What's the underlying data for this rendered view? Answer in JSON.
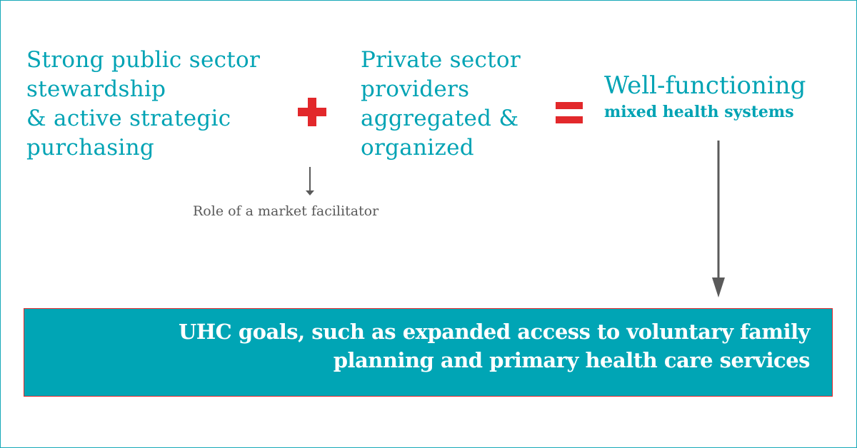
{
  "left_block": {
    "lines": [
      "Strong public sector",
      "stewardship",
      "& active strategic",
      "purchasing"
    ]
  },
  "operator_plus": "plus-icon",
  "middle_block": {
    "lines": [
      "Private sector",
      "providers",
      "aggregated &",
      "organized"
    ]
  },
  "operator_equals": "equals-icon",
  "result": {
    "title": "Well-functioning",
    "subtitle": "mixed health systems"
  },
  "facilitator_label": "Role of a market facilitator",
  "goal_box": {
    "lines": [
      "UHC goals, such as expanded access to voluntary family",
      "planning and primary health care services"
    ]
  },
  "colors": {
    "teal": "#00a5b5",
    "red": "#e2282b",
    "gray": "#5a5a5a"
  }
}
